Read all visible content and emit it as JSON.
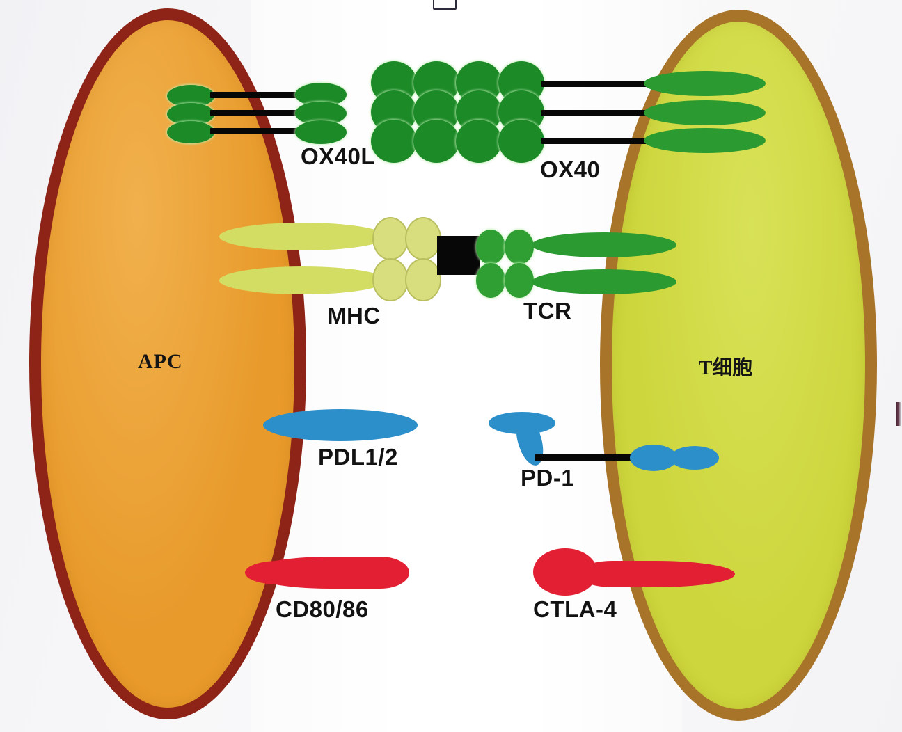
{
  "figure": {
    "kind": "immune-synapse-diagram",
    "background_color": "#f4f4f6"
  },
  "cells": {
    "left": {
      "name": "APC",
      "label": "APC",
      "fill_color": "#e89a2a",
      "border_color": "#8e2318"
    },
    "right": {
      "name": "T cell",
      "label": "T细胞",
      "fill_color": "#cdd63c",
      "border_color": "#a8742a"
    }
  },
  "molecules": {
    "ox40l": {
      "label": "OX40L",
      "color": "#1d8a28",
      "lobes_inside": 3,
      "lobes_outside": 3,
      "connectors": 3
    },
    "ox40_complex": {
      "label": "OX40",
      "color": "#1d8a28",
      "grid_columns": 4,
      "grid_rows": 3,
      "connectors": 3,
      "receptor_arms": 3
    },
    "mhc": {
      "label": "MHC",
      "stalk_color": "#d3dd63",
      "head_color": "#d8de7e",
      "stalks": 2,
      "head_grid": "2x2"
    },
    "peptide": {
      "label": "",
      "color": "#070707",
      "shape": "square"
    },
    "tcr": {
      "label": "TCR",
      "color": "#2a9a31",
      "head_grid": "2x2",
      "stalks": 2
    },
    "pdl": {
      "label": "PDL1/2",
      "color": "#2d8fc9",
      "shape": "ellipse"
    },
    "pd1": {
      "label": "PD-1",
      "color": "#2d8fc9",
      "shape": "hook",
      "connector": true,
      "inner_lobes": 2
    },
    "cd80_86": {
      "label": "CD80/86",
      "color": "#e31f33",
      "shape": "teardrop"
    },
    "ctla4": {
      "label": "CTLA-4",
      "color": "#e31f33",
      "shape": "bulb-taper"
    }
  }
}
